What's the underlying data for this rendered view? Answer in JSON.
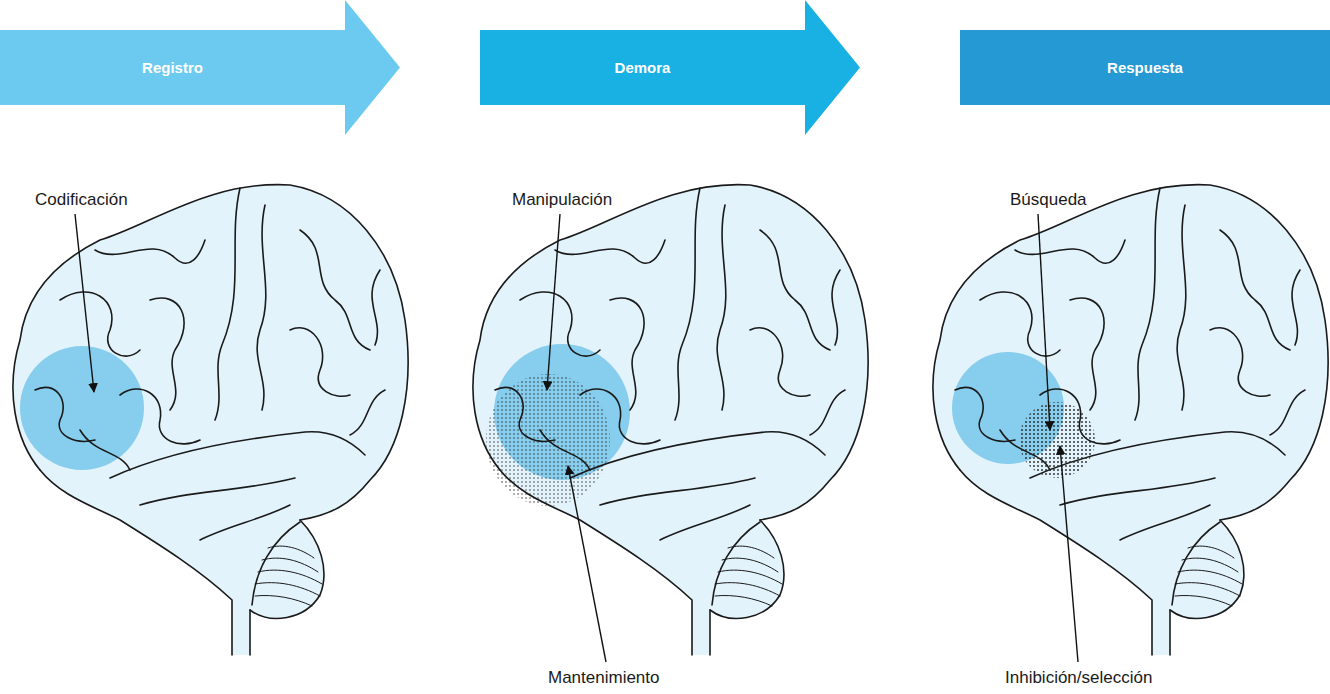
{
  "diagram": {
    "nodes": [
      {
        "text": [
          "Registro"
        ]
      },
      {
        "text": [
          "Demora"
        ]
      },
      {
        "text": [
          "Respuesta"
        ]
      }
    ],
    "labels": [
      "Codificación",
      "Manipulación",
      "Mantenimiento",
      "Búsqueda",
      "Inhibición/selección"
    ]
  }
}
